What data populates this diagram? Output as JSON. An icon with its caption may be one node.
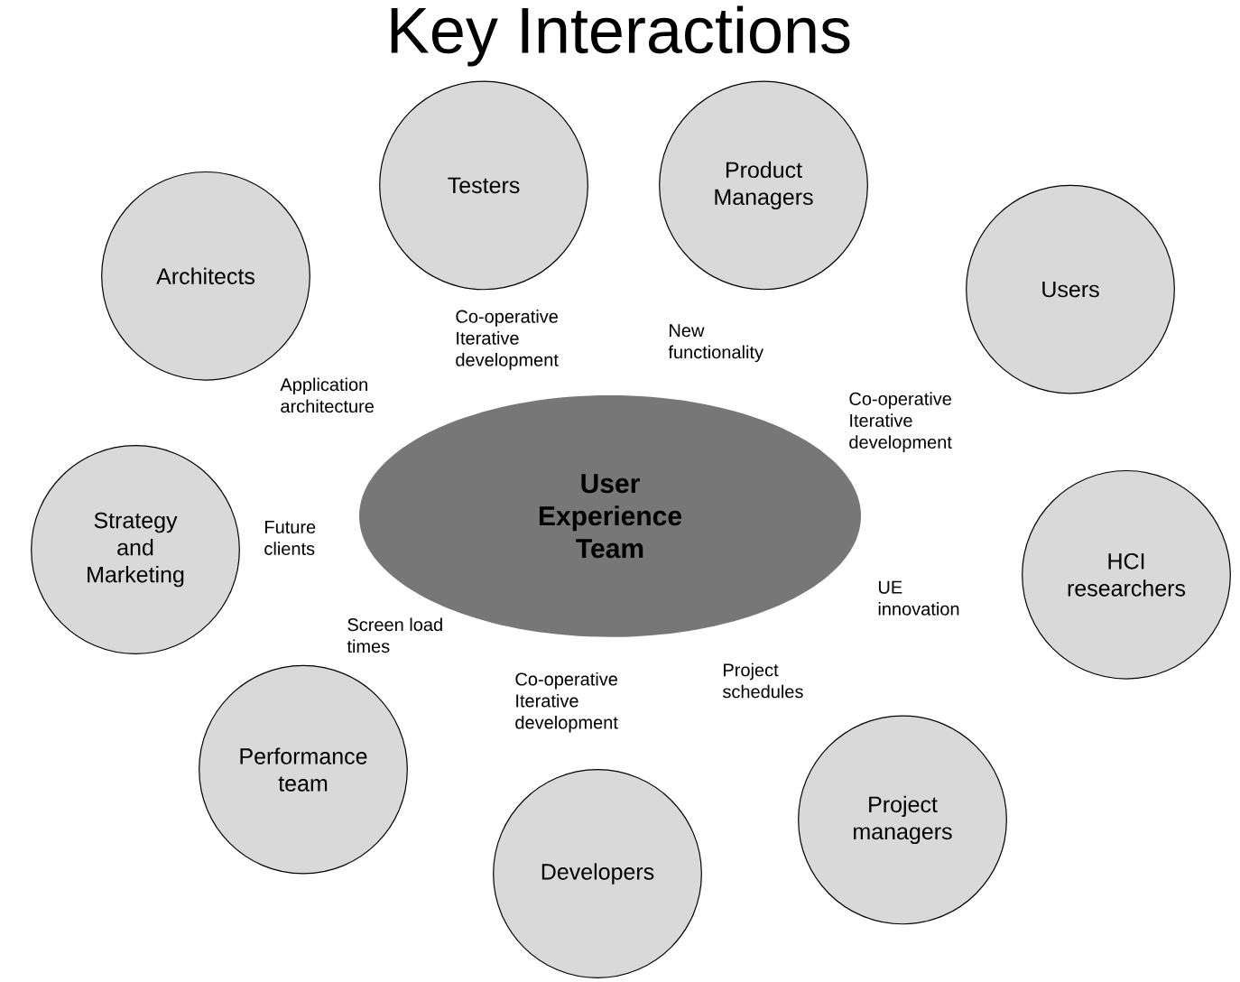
{
  "diagram": {
    "title": "Key Interactions",
    "nodes": [
      {
        "text": [
          "User Experience Team"
        ]
      },
      {
        "text": [
          "Testers"
        ]
      },
      {
        "text": [
          "Product Managers"
        ]
      },
      {
        "text": [
          "Architects"
        ]
      },
      {
        "text": [
          "Users"
        ]
      },
      {
        "text": [
          "Strategy and Marketing"
        ]
      },
      {
        "text": [
          "HCI researchers"
        ]
      },
      {
        "text": [
          "Performance team"
        ]
      },
      {
        "text": [
          "Project managers"
        ]
      },
      {
        "text": [
          "Developers"
        ]
      }
    ],
    "labels": [
      "Co-operative Iterative development",
      "New functionality",
      "Application architecture",
      "Co-operative Iterative development",
      "Future clients",
      "UE innovation",
      "Screen load times",
      "Project schedules",
      "Co-operative Iterative development"
    ]
  }
}
